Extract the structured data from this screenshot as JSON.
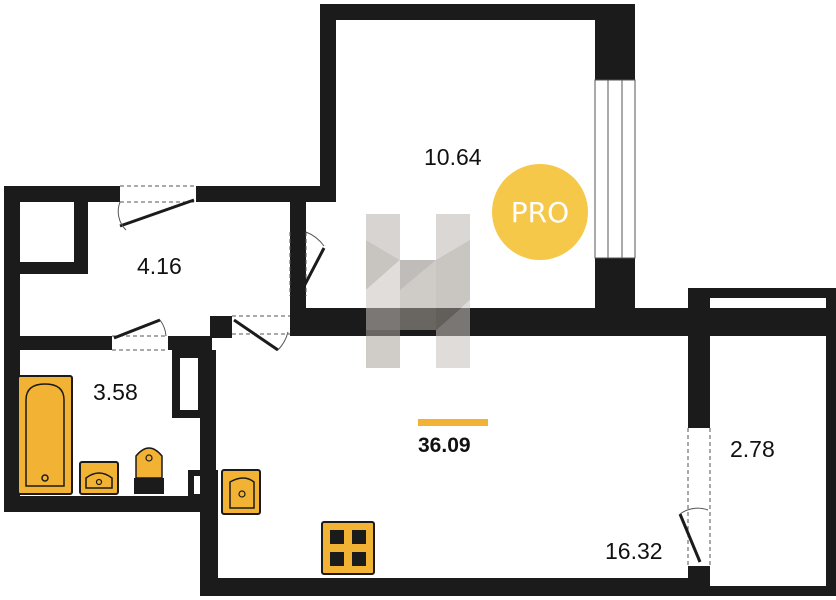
{
  "rooms": {
    "living_room": {
      "area": "10.64"
    },
    "hallway": {
      "area": "4.16"
    },
    "bathroom": {
      "area": "3.58"
    },
    "kitchen_living": {
      "area": "16.32"
    },
    "balcony": {
      "area": "2.78"
    }
  },
  "total_area": "36.09",
  "badge": {
    "text": "PRO",
    "color": "#f5c84a"
  },
  "colors": {
    "wall": "#1b1b1b",
    "accent": "#f2b233",
    "watermark": "#b8b2ac"
  },
  "icons": [
    "bathtub-icon",
    "sink-icon",
    "toilet-icon",
    "kitchen-sink-icon",
    "stove-icon",
    "watermark-logo"
  ]
}
